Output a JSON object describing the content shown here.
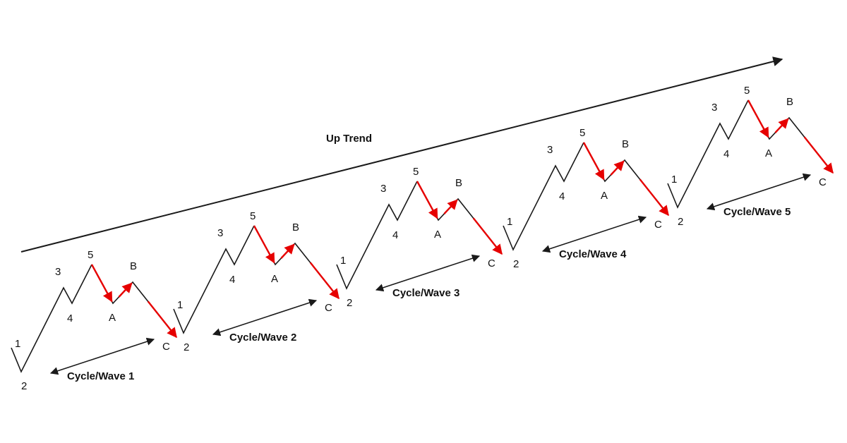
{
  "title": "Up Trend",
  "colors": {
    "line": "#1a1a1a",
    "correction": "#e60000",
    "background": "#ffffff"
  },
  "cycles": [
    {
      "label": "Cycle/Wave 1",
      "waves": [
        "1",
        "2",
        "3",
        "4",
        "5",
        "A",
        "B",
        "C"
      ]
    },
    {
      "label": "Cycle/Wave 2",
      "waves": [
        "1",
        "2",
        "3",
        "4",
        "5",
        "A",
        "B",
        "C"
      ]
    },
    {
      "label": "Cycle/Wave 3",
      "waves": [
        "1",
        "2",
        "3",
        "4",
        "5",
        "A",
        "B",
        "C"
      ]
    },
    {
      "label": "Cycle/Wave 4",
      "waves": [
        "1",
        "2",
        "3",
        "4",
        "5",
        "A",
        "B",
        "C"
      ]
    },
    {
      "label": "Cycle/Wave 5",
      "waves": [
        "1",
        "2",
        "3",
        "4",
        "5",
        "A",
        "B",
        "C"
      ]
    }
  ]
}
